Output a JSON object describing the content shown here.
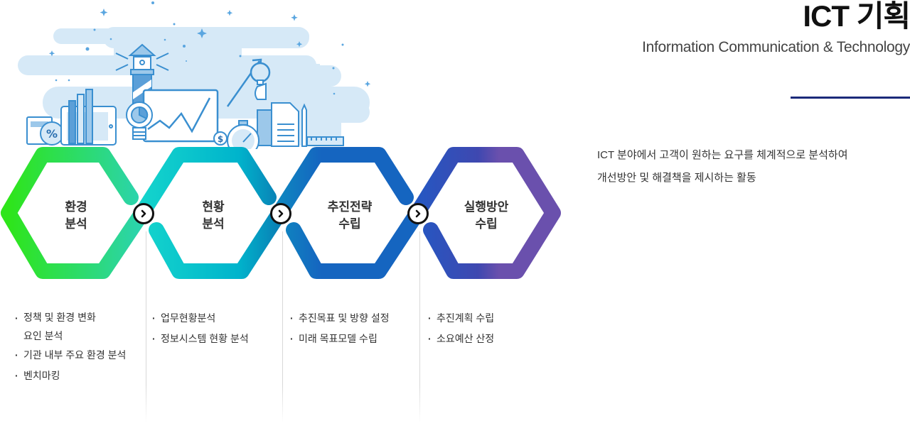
{
  "header": {
    "title": "ICT 기획",
    "subtitle": "Information Communication & Technology"
  },
  "description": {
    "lines": [
      " ICT 분야에서 고객이 원하는 요구를 체계적으로 분석하여",
      "개선방안 및 해결책을 제시하는 활동"
    ]
  },
  "colors": {
    "underline": "#1b2a7a",
    "hex1_start": "#2ee51a",
    "hex1_end": "#2bd3b0",
    "hex2_start": "#14d4cc",
    "hex2_end": "#0a7fb5",
    "hex3_start": "#0e86c0",
    "hex3_end": "#1565c0",
    "hex4_start": "#2557c2",
    "hex4_end": "#6a50ad",
    "illustration_bg": "#d6e9f7",
    "illustration_line": "#3a8fd0"
  },
  "steps": [
    {
      "title_lines": [
        "환경",
        "분석"
      ],
      "items": [
        [
          "정책 및 환경 변화",
          "요인 분석"
        ],
        [
          "기관 내부 주요 환경 분석"
        ],
        [
          "벤치마킹"
        ]
      ]
    },
    {
      "title_lines": [
        "현황",
        "분석"
      ],
      "items": [
        [
          "업무현황분석"
        ],
        [
          "정보시스템 현황 분석"
        ]
      ]
    },
    {
      "title_lines": [
        "추진전략",
        "수립"
      ],
      "items": [
        [
          "추진목표 및 방향 설정"
        ],
        [
          "미래 목표모델 수립"
        ]
      ]
    },
    {
      "title_lines": [
        "실행방안",
        "수립"
      ],
      "items": [
        [
          "추진계획 수립"
        ],
        [
          "소요예산 산정"
        ]
      ]
    }
  ],
  "arrows": [
    {
      "icon": "chevron-right-icon"
    },
    {
      "icon": "chevron-right-icon"
    },
    {
      "icon": "chevron-right-icon"
    }
  ],
  "illustration": {
    "percent_symbol": "%",
    "dollar_symbol": "$"
  }
}
